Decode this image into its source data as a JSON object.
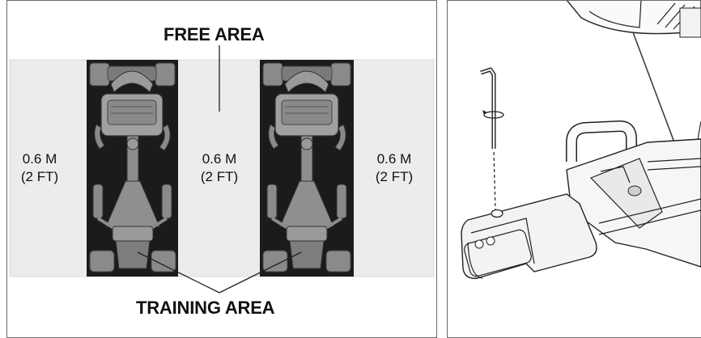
{
  "left_panel": {
    "free_area_label": "FREE AREA",
    "training_area_label": "TRAINING AREA",
    "clearances": [
      {
        "value": "0.6",
        "unit": "M",
        "imperial_value": "(2",
        "imperial_unit": "FT",
        "close": ")"
      },
      {
        "value": "0.6",
        "unit": "M",
        "imperial_value": "(2",
        "imperial_unit": "FT",
        "close": ")"
      },
      {
        "value": "0.6",
        "unit": "M",
        "imperial_value": "(2",
        "imperial_unit": "FT",
        "close": ")"
      }
    ]
  },
  "right_panel": {
    "tool_icon": "hex-key-icon"
  },
  "colors": {
    "free_area_fill": "#ececec",
    "training_area_fill": "#1a1a1a",
    "machine_gray": "#8c8c8c",
    "outline": "#6a6a6a"
  }
}
